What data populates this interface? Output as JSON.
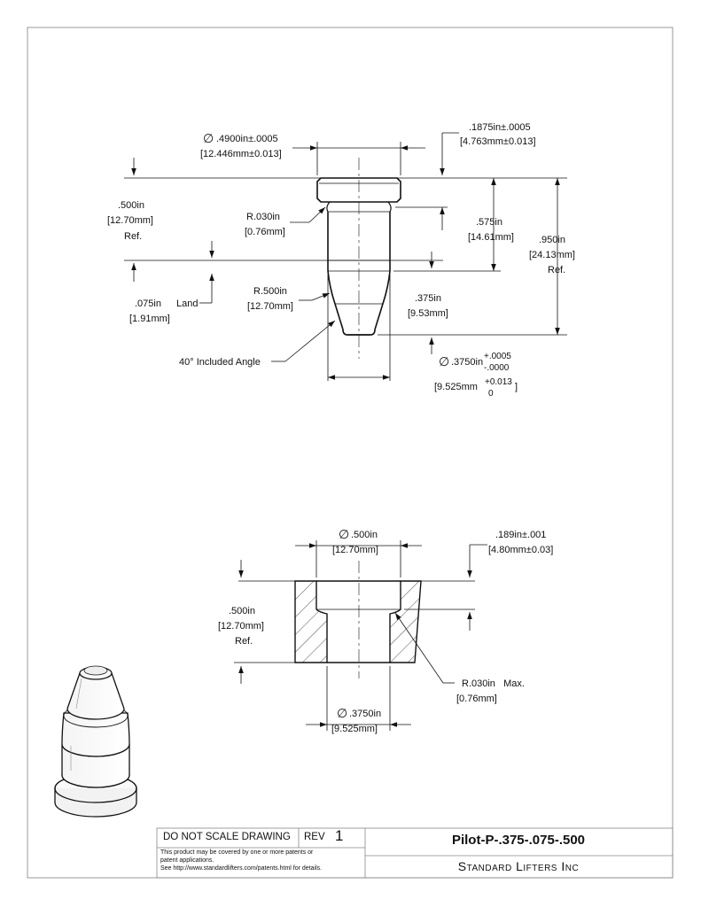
{
  "top_view": {
    "head_diameter": ".4900in±.0005",
    "head_diameter_mm": "[12.446mm±0.013]",
    "head_height": ".1875in±.0005",
    "head_height_mm": "[4.763mm±0.013]",
    "ref_500": ".500in",
    "ref_500_mm": "[12.70mm]",
    "ref_500_ref": "Ref.",
    "radius_030": "R.030in",
    "radius_030_mm": "[0.76mm]",
    "len_575": ".575in",
    "len_575_mm": "[14.61mm]",
    "len_950": ".950in",
    "len_950_mm": "[24.13mm]",
    "len_950_ref": "Ref.",
    "land_075": ".075in",
    "land_label": "Land",
    "land_075_mm": "[1.91mm]",
    "radius_500": "R.500in",
    "radius_500_mm": "[12.70mm]",
    "len_375": ".375in",
    "len_375_mm": "[9.53mm]",
    "angle": "40° Included Angle",
    "body_diameter": ".3750in",
    "body_tol_plus": "+.0005",
    "body_tol_minus": "-.0000",
    "body_diameter_mm": "[9.525mm",
    "body_tol_mm_plus": "+0.013",
    "body_tol_mm_zero": "0",
    "body_tol_mm_close": "]"
  },
  "bottom_view": {
    "bore_diameter": ".500in",
    "bore_diameter_mm": "[12.70mm]",
    "counterbore_depth": ".189in±.001",
    "counterbore_depth_mm": "[4.80mm±0.03]",
    "depth_500": ".500in",
    "depth_500_mm": "[12.70mm]",
    "depth_500_ref": "Ref.",
    "radius_max": "R.030in   Max.",
    "radius_max_mm": "[0.76mm]",
    "hole_diameter": ".3750in",
    "hole_diameter_mm": "[9.525mm]"
  },
  "title_block": {
    "do_not_scale": "DO NOT SCALE DRAWING",
    "rev_label": "REV",
    "rev_value": "1",
    "part_number": "Pilot-P-.375-.075-.500",
    "company": "Standard Lifters Inc",
    "patent_line1": "This product may be covered by one or more patents or",
    "patent_line2": "patent applications.",
    "patent_line3": "See http://www.standardlifters.com/patents.html for details."
  },
  "symbols": {
    "diameter": "∅"
  }
}
